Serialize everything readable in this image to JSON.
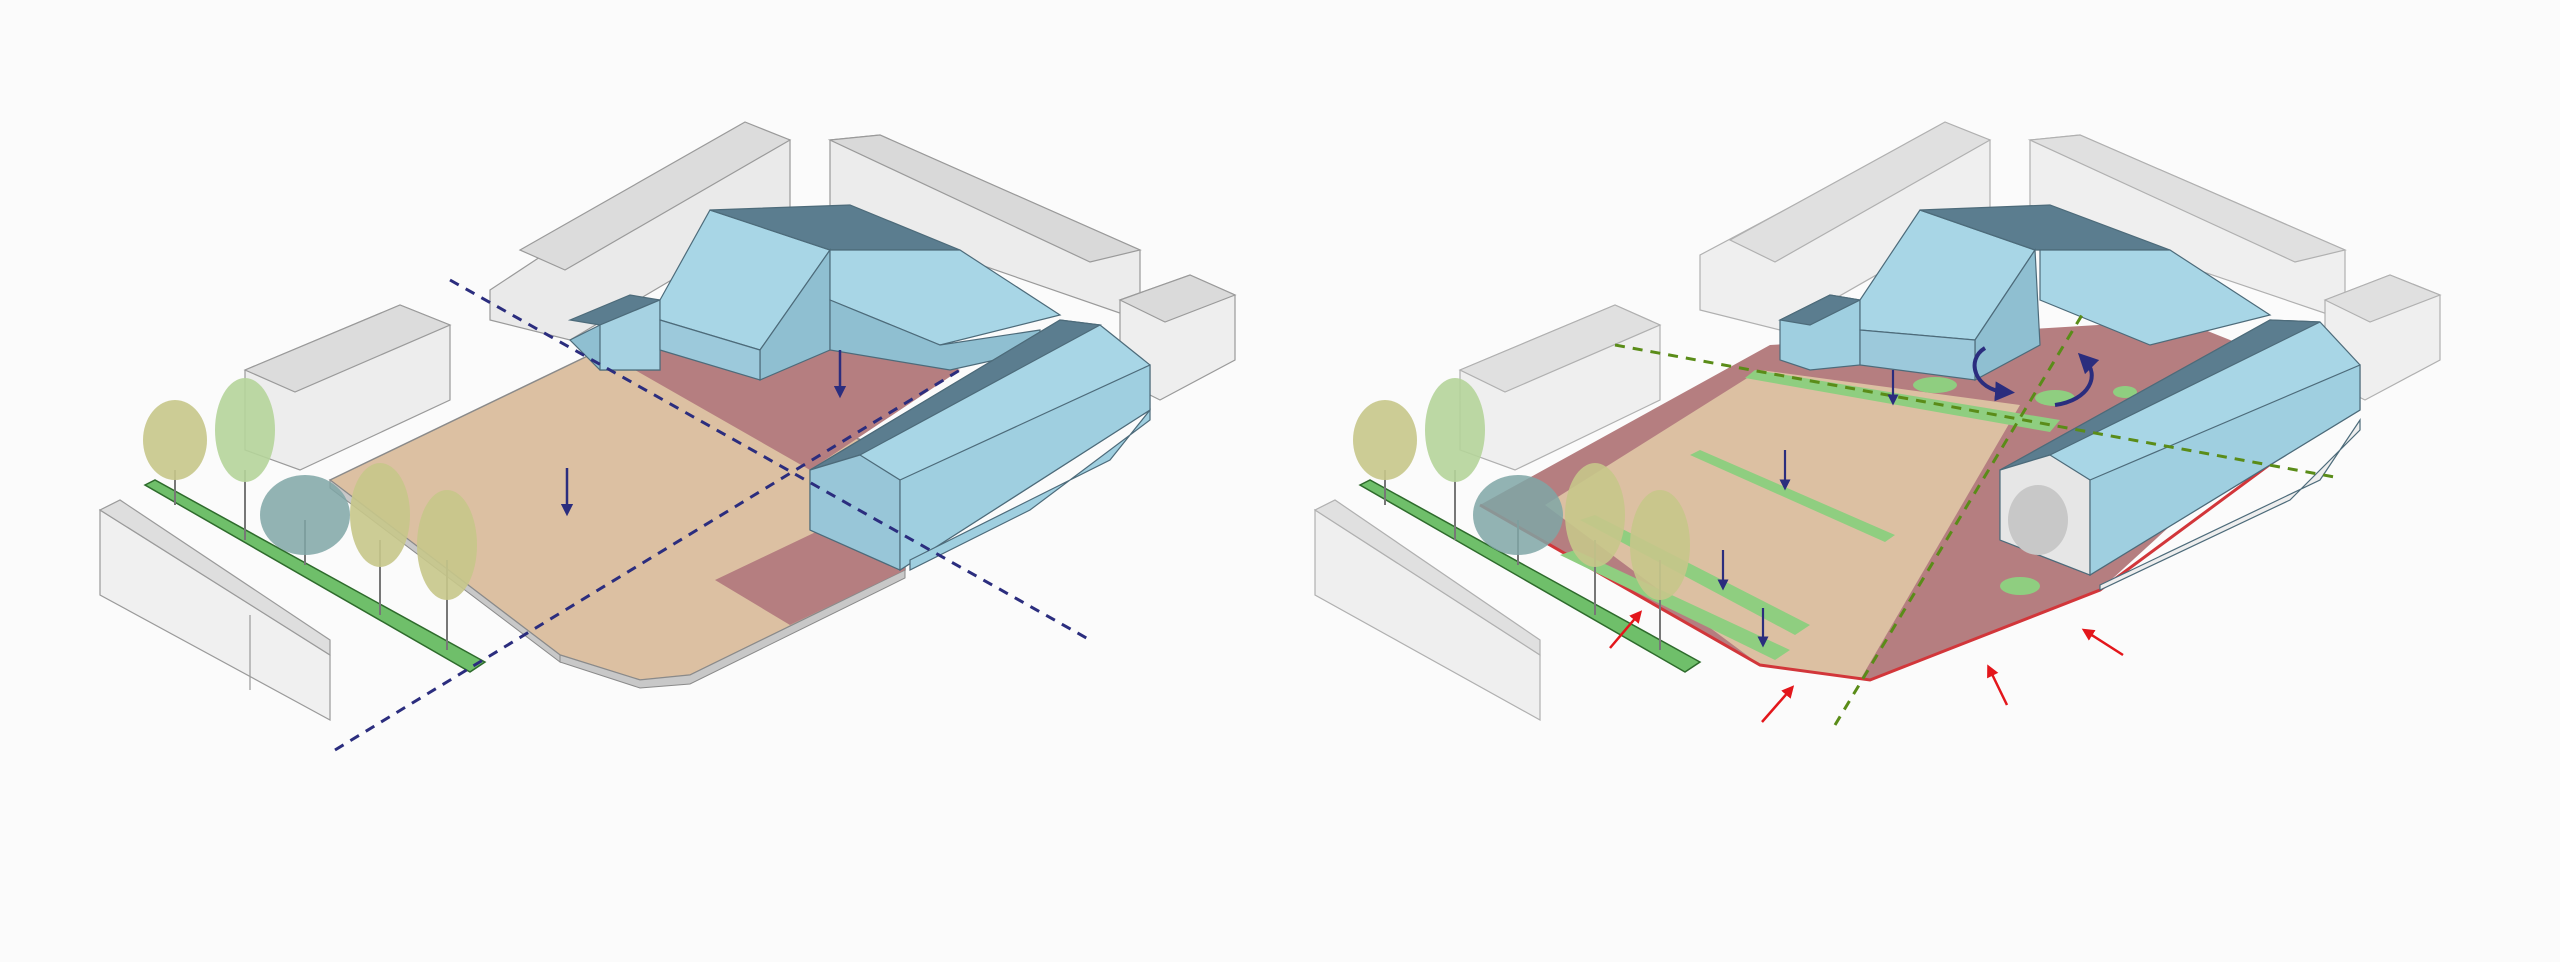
{
  "diagram": {
    "panels": [
      {
        "id": "existing-site",
        "site_fill": "#dcc0a2",
        "yard_fill": "#b57e80",
        "building_fill": "#9fcfe0",
        "roof_dark": "#5b7d8f",
        "axis_color": "#2b2d7e",
        "axes": [
          "dashed-axis-diagonal-sw-ne",
          "dashed-axis-diagonal-nw-se"
        ],
        "arrows": [
          "down-arrow-site",
          "down-arrow-yard"
        ]
      },
      {
        "id": "proposed-site",
        "site_fill": "#dcc0a2",
        "public_fill": "#b57e80",
        "building_fill": "#9fcfe0",
        "green_strip": "#8fce80",
        "axis_color": "#5a8c18",
        "edge_color": "#d2363a",
        "entry_arrow_color": "#e3161b",
        "circulation_color": "#2b2d7e",
        "arrows": [
          "entry-arrow",
          "entry-arrow",
          "entry-arrow",
          "entry-arrow",
          "entry-arrow"
        ]
      }
    ],
    "context_block_fill": "#e6e6e6",
    "context_block_stroke": "#9a9a9a",
    "tree_colors": [
      "#c7c78a",
      "#b5d49a",
      "#7fa6a6"
    ],
    "street_green": "#6fbf6a"
  }
}
